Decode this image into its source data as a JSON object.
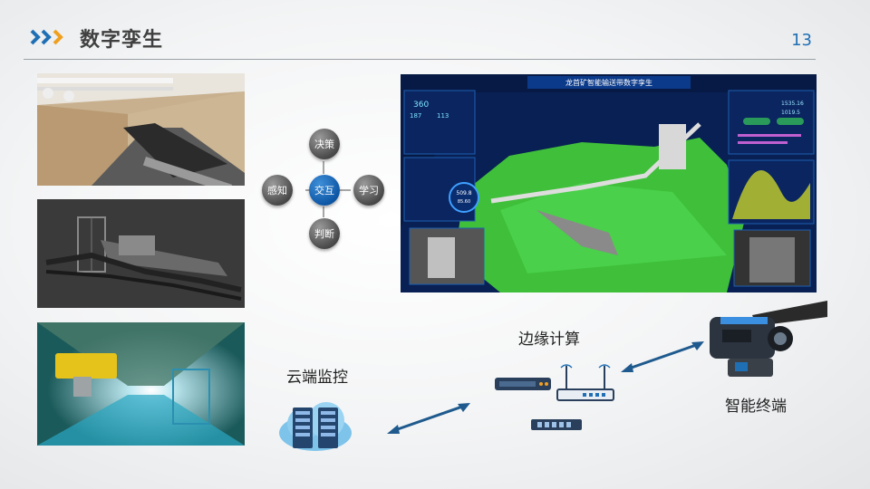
{
  "header": {
    "title": "数字孪生",
    "page_number": "13"
  },
  "cycle": {
    "center": "交互",
    "top": "决策",
    "left": "感知",
    "right": "学习",
    "bottom": "判断"
  },
  "dashboard": {
    "title": "龙首矿智能输送带数字孪生",
    "stat_value": "360",
    "stat_a": "187",
    "stat_b": "113",
    "gauge_value": "509.8",
    "gauge_pct": "85.60",
    "right_value_a": "1535.16",
    "right_value_b": "1019.5"
  },
  "labels": {
    "cloud": "云端监控",
    "edge": "边缘计算",
    "terminal": "智能终端"
  },
  "colors": {
    "accent_blue": "#1f6fb5",
    "accent_orange": "#f0a020",
    "arrow": "#1f5a8e"
  }
}
